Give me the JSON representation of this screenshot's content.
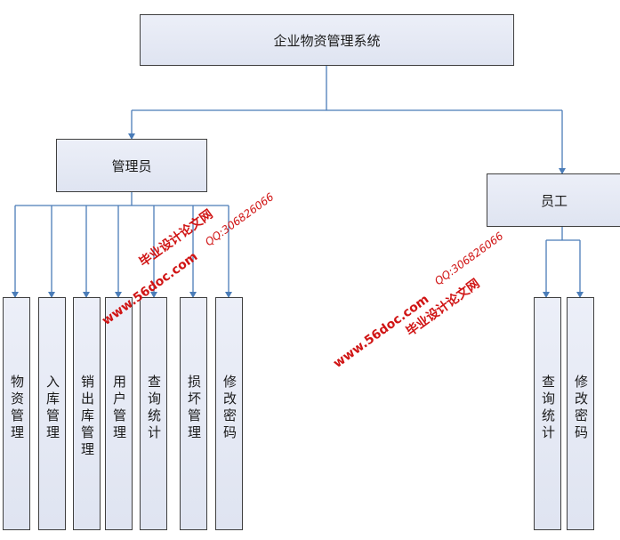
{
  "root": {
    "title": "企业物资管理系统"
  },
  "admin": {
    "title": "管理员",
    "modules": [
      "物资管理",
      "入库管理",
      "销出库管理",
      "用户管理",
      "查询统计",
      "损坏管理",
      "修改密码"
    ]
  },
  "staff": {
    "title": "员工",
    "modules": [
      "查询统计",
      "修改密码"
    ]
  },
  "watermarks": {
    "left": {
      "site": "www.56doc.com",
      "name": "毕业设计论文网",
      "qq": "QQ:306826066"
    },
    "right": {
      "site": "www.56doc.com",
      "name": "毕业设计论文网",
      "qq": "QQ:306826066"
    }
  },
  "colors": {
    "line": "#4a7cb8",
    "box_border": "#3f3f3f",
    "box_fill": "#e4e8f3",
    "watermark": "#d01414"
  }
}
